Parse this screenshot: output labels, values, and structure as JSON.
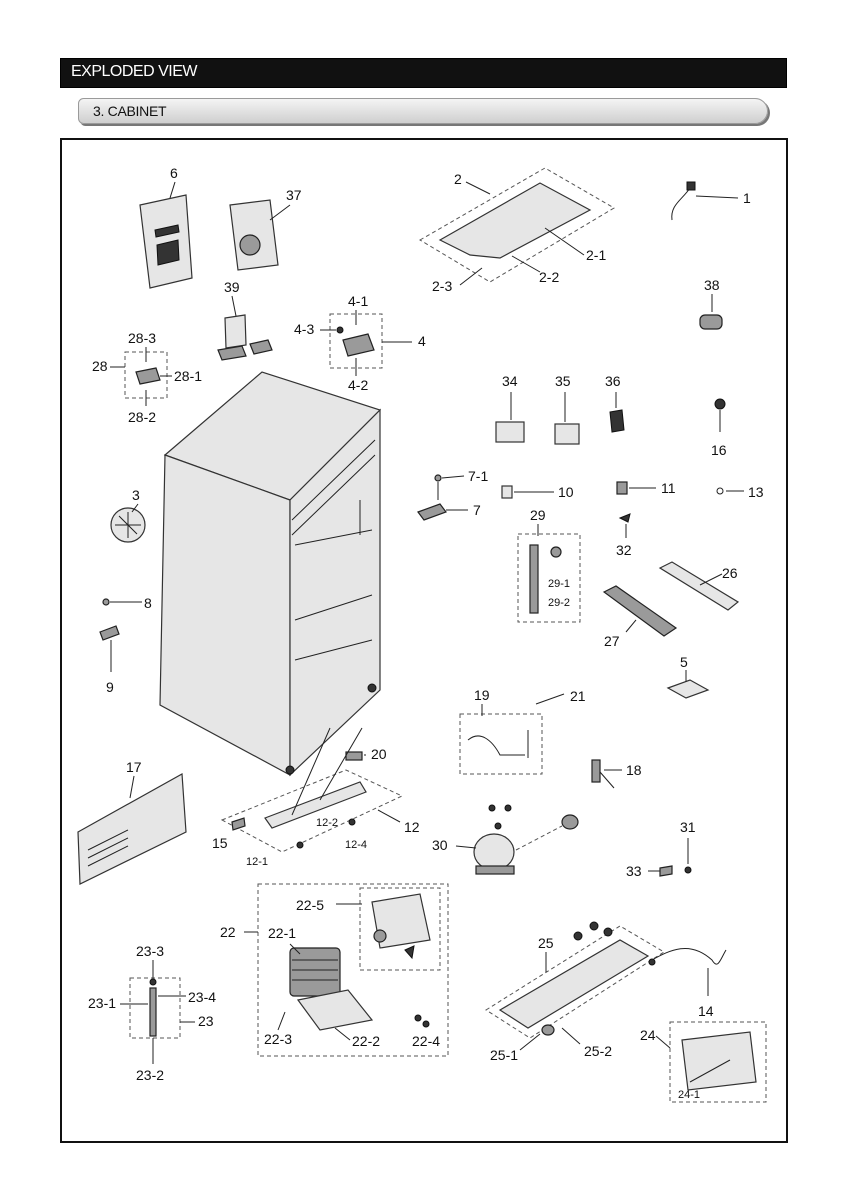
{
  "header": {
    "title": "EXPLODED VIEW",
    "section": "3. CABINET"
  },
  "labels": {
    "p1": "1",
    "p2": "2",
    "p2_1": "2-1",
    "p2_2": "2-2",
    "p2_3": "2-3",
    "p3": "3",
    "p4": "4",
    "p4_1": "4-1",
    "p4_2": "4-2",
    "p4_3": "4-3",
    "p5": "5",
    "p6": "6",
    "p7": "7",
    "p7_1": "7-1",
    "p8": "8",
    "p9": "9",
    "p10": "10",
    "p11": "11",
    "p12": "12",
    "p12_1": "12-1",
    "p12_2": "12-2",
    "p12_4": "12-4",
    "p13": "13",
    "p14": "14",
    "p15": "15",
    "p16": "16",
    "p17": "17",
    "p18": "18",
    "p19": "19",
    "p20": "20",
    "p21": "21",
    "p22": "22",
    "p22_1": "22-1",
    "p22_2": "22-2",
    "p22_3": "22-3",
    "p22_4": "22-4",
    "p22_5": "22-5",
    "p23": "23",
    "p23_1": "23-1",
    "p23_2": "23-2",
    "p23_3": "23-3",
    "p23_4": "23-4",
    "p24": "24",
    "p24_1": "24-1",
    "p25": "25",
    "p25_1": "25-1",
    "p25_2": "25-2",
    "p26": "26",
    "p27": "27",
    "p28": "28",
    "p28_1": "28-1",
    "p28_2": "28-2",
    "p28_3": "28-3",
    "p29": "29",
    "p29_1": "29-1",
    "p29_2": "29-2",
    "p30": "30",
    "p31": "31",
    "p32": "32",
    "p33": "33",
    "p34": "34",
    "p35": "35",
    "p36": "36",
    "p37": "37",
    "p38": "38",
    "p39": "39"
  }
}
